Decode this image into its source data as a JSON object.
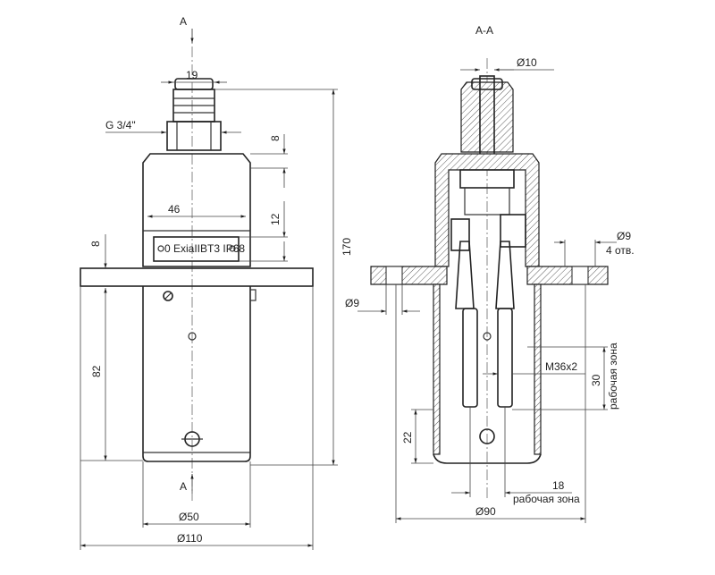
{
  "left_view": {
    "section_mark_top": "A",
    "section_mark_bottom": "A",
    "plate_label": "0 ExiaIIBT3  IP68",
    "dimensions": {
      "fitting_width": "19",
      "thread": "G 3/4\"",
      "cap_height": "8",
      "housing_width": "46",
      "plate_height": "12",
      "flange_thickness": "8",
      "total_height": "170",
      "body_height": "82",
      "body_diameter": "Ø50",
      "flange_diameter": "Ø110"
    }
  },
  "right_view": {
    "title": "A-A",
    "dimensions": {
      "fitting_diameter": "Ø10",
      "holes_diameter": "Ø9",
      "holes_count": "4 отв.",
      "hole_left": "Ø9",
      "thread": "M36x2",
      "working_zone_height": "30",
      "working_zone_label_v": "рабочая зона",
      "bottom_height": "22",
      "working_zone_width": "18",
      "working_zone_label_h": "рабочая зона",
      "outer_diameter": "Ø90"
    }
  }
}
